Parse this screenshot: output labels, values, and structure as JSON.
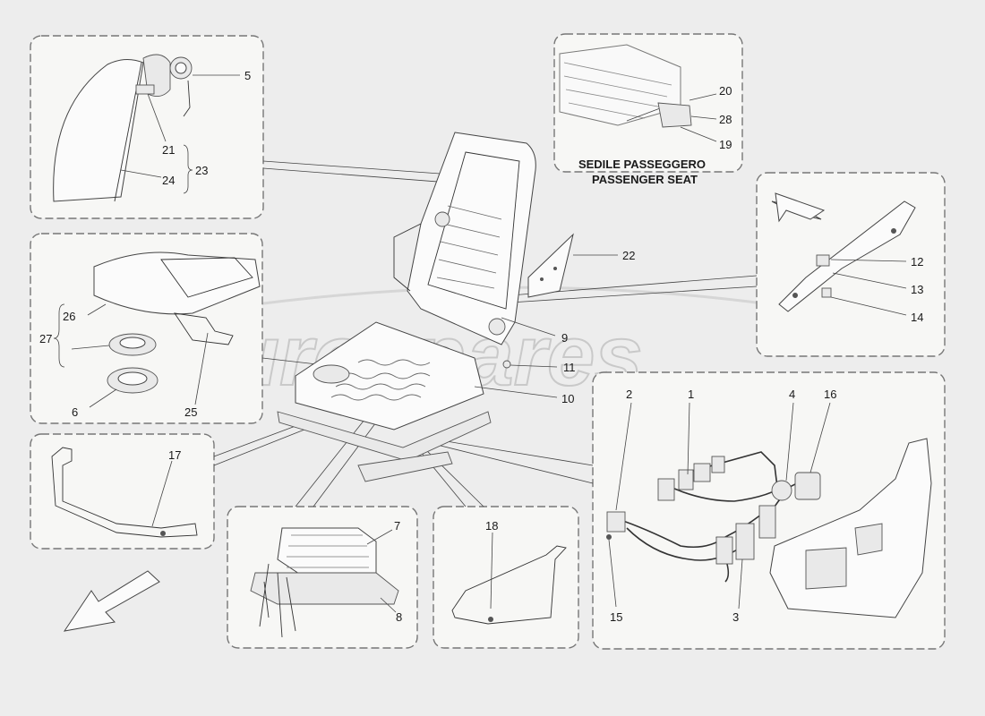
{
  "watermark": "eurospares",
  "passenger_caption": [
    "SEDILE PASSEGGERO",
    "PASSENGER SEAT"
  ],
  "labels": {
    "l1": "1",
    "l2": "2",
    "l3": "3",
    "l4": "4",
    "l5": "5",
    "l6": "6",
    "l7": "7",
    "l8": "8",
    "l9": "9",
    "l10": "10",
    "l11": "11",
    "l12": "12",
    "l13": "13",
    "l14": "14",
    "l15": "15",
    "l16": "16",
    "l17": "17",
    "l18": "18",
    "l19": "19",
    "l20": "20",
    "l21": "21",
    "l22": "22",
    "l23": "23",
    "l24": "24",
    "l25": "25",
    "l26": "26",
    "l27": "27",
    "l28": "28"
  }
}
